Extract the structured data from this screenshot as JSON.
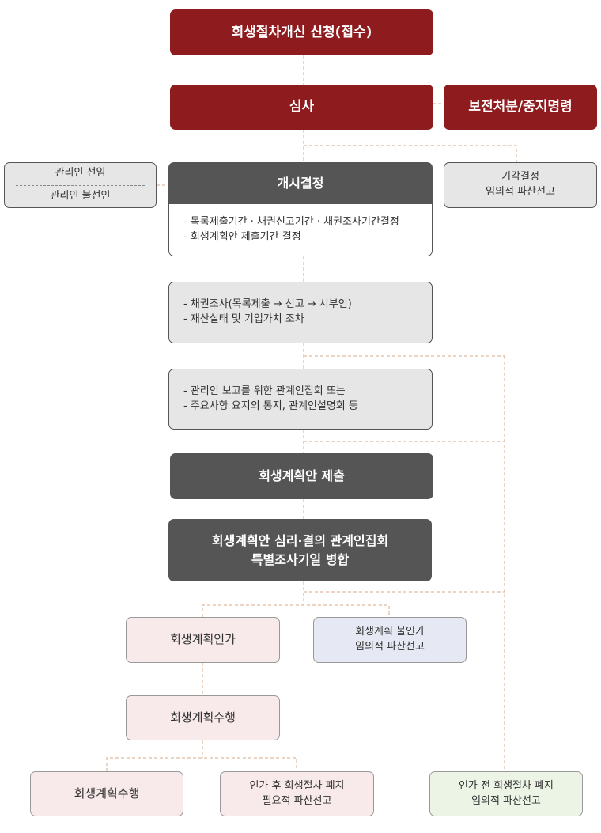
{
  "nodes": {
    "application": "회생절차개신 신청(접수)",
    "review": "심사",
    "preservation": "보전처분/중지명령",
    "trustee_appoint": "관리인 선임",
    "trustee_nonappoint": "관리인 불선인",
    "commencement": "개시결정",
    "commencement_details": [
      "- 목록제출기간 · 채권신고기간 · 채권조사기간결정",
      "- 회생계획안 제출기간 결정"
    ],
    "dismissal_line1": "기각결정",
    "dismissal_line2": "임의적 파산선고",
    "claims_investigation": [
      "- 채권조사(목록제출 → 선고 → 시부인)",
      "- 재산실태 및 기업가치 조차"
    ],
    "creditors_meeting": [
      "- 관리인 보고를 위한 관계인집회 또는",
      "- 주요사항 요지의 통지, 관계인설명회 등"
    ],
    "plan_submission": "회생계획안 제출",
    "plan_hearing_line1": "회생계획안 심리·결의 관계인집회",
    "plan_hearing_line2": "특별조사기일 병합",
    "plan_approval": "회생계획인가",
    "plan_rejection_line1": "회생계획 불인가",
    "plan_rejection_line2": "임의적 파산선고",
    "plan_execution": "회생계획수행",
    "final_execution": "회생계획수행",
    "post_abolition_line1": "인가 후 회생절차 폐지",
    "post_abolition_line2": "필요적 파산선고",
    "pre_abolition_line1": "인가 전 회생절차 폐지",
    "pre_abolition_line2": "임의적 파산선고"
  },
  "colors": {
    "red": "#8e1b1e",
    "dark": "#555555",
    "connector": "#d9a98a"
  }
}
